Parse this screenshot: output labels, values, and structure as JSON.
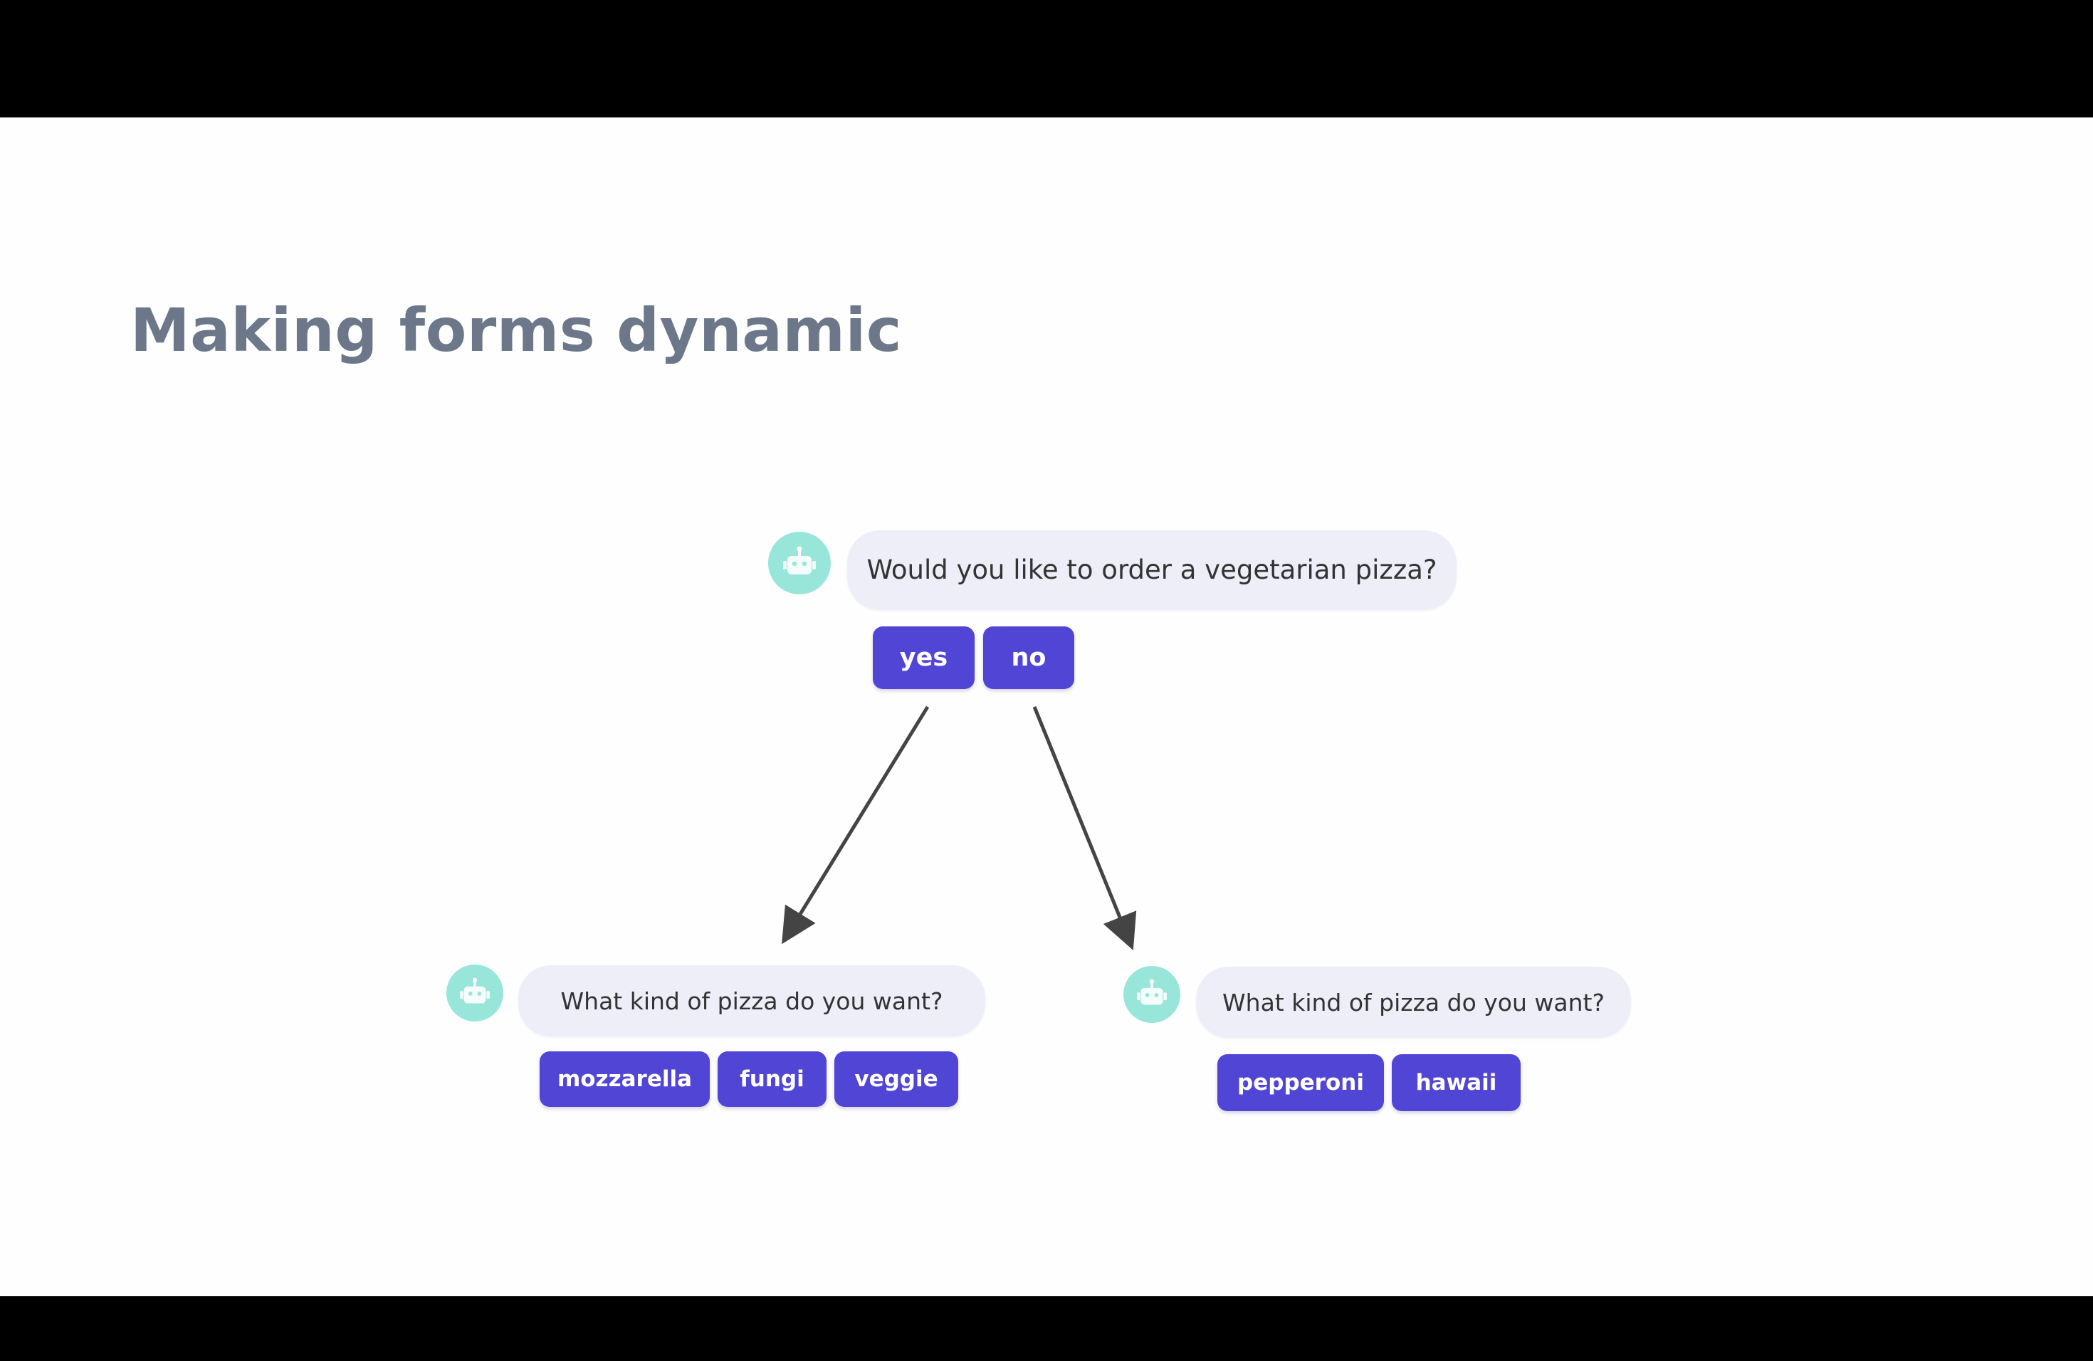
{
  "slide": {
    "title": "Making forms dynamic"
  },
  "colors": {
    "button": "#5145d6",
    "bubble": "#eeeef8",
    "avatar": "#98e6da",
    "title": "#6c7789",
    "arrow": "#444444"
  },
  "root": {
    "avatar_icon": "robot-icon",
    "question": "Would you like to order a vegetarian pizza?",
    "options": [
      "yes",
      "no"
    ]
  },
  "branches": [
    {
      "avatar_icon": "robot-icon",
      "question": "What kind of pizza do you want?",
      "options": [
        "mozzarella",
        "fungi",
        "veggie"
      ]
    },
    {
      "avatar_icon": "robot-icon",
      "question": "What kind of pizza do you want?",
      "options": [
        "pepperoni",
        "hawaii"
      ]
    }
  ]
}
